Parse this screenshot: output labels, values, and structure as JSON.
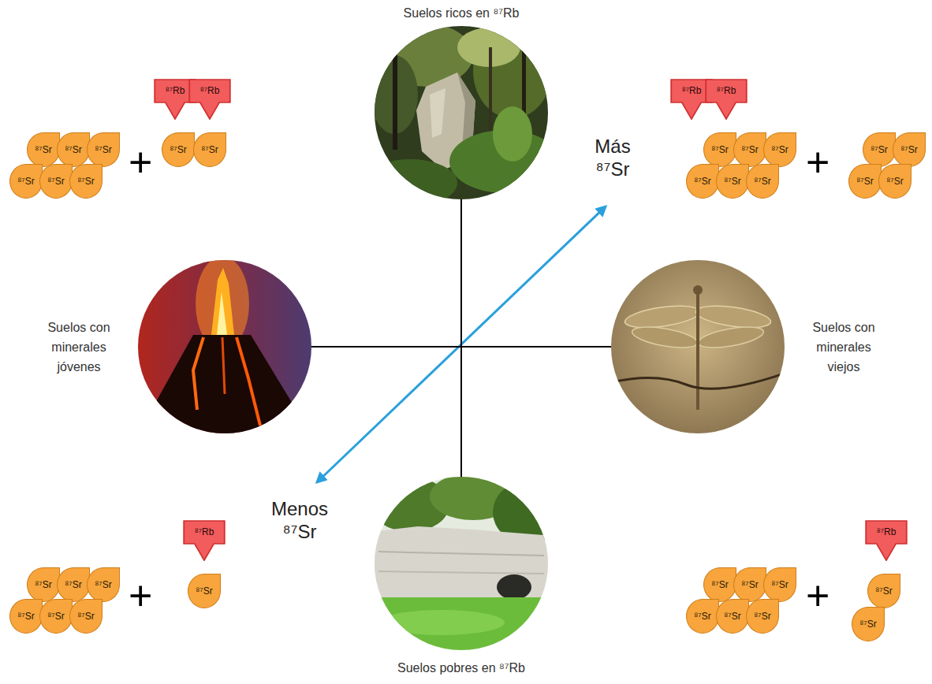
{
  "diagram": {
    "nodes": [
      {
        "text": [
          "⁸⁷Rb"
        ]
      },
      {
        "text": [
          "⁸⁷Rb"
        ]
      },
      {
        "text": [
          "⁸⁷Sr"
        ]
      },
      {
        "text": [
          "⁸⁷Sr"
        ]
      },
      {
        "text": [
          "⁸⁷Sr"
        ]
      },
      {
        "text": [
          "⁸⁷Sr"
        ]
      },
      {
        "text": [
          "⁸⁷Sr"
        ]
      },
      {
        "text": [
          "⁸⁷Sr"
        ]
      },
      {
        "text": [
          "⁸⁷Sr"
        ]
      },
      {
        "text": [
          "⁸⁷Sr"
        ]
      },
      {
        "text": [
          "Suelos ricos en ⁸⁷Rb"
        ]
      },
      {
        "text": [
          "⁸⁷Rb"
        ]
      },
      {
        "text": [
          "⁸⁷Rb"
        ]
      },
      {
        "text": [
          "⁸⁷Sr"
        ]
      },
      {
        "text": [
          "⁸⁷Sr"
        ]
      },
      {
        "text": [
          "⁸⁷Sr"
        ]
      },
      {
        "text": [
          "⁸⁷Sr"
        ]
      },
      {
        "text": [
          "⁸⁷Sr"
        ]
      },
      {
        "text": [
          "⁸⁷Sr"
        ]
      },
      {
        "text": [
          "⁸⁷Sr"
        ]
      },
      {
        "text": [
          "⁸⁷Sr"
        ]
      },
      {
        "text": [
          "⁸⁷Sr"
        ]
      },
      {
        "text": [
          "⁸⁷Sr"
        ]
      },
      {
        "text": [
          "Suelos con minerales jóvenes"
        ]
      },
      {
        "text": [
          "Suelos con minerales viejos"
        ]
      },
      {
        "text": [
          "⁸⁷Rb"
        ]
      },
      {
        "text": [
          "⁸⁷Sr"
        ]
      },
      {
        "text": [
          "⁸⁷Sr"
        ]
      },
      {
        "text": [
          "⁸⁷Sr"
        ]
      },
      {
        "text": [
          "⁸⁷Sr"
        ]
      },
      {
        "text": [
          "⁸⁷Sr"
        ]
      },
      {
        "text": [
          "⁸⁷Sr"
        ]
      },
      {
        "text": [
          "⁸⁷Sr"
        ]
      },
      {
        "text": [
          "Suelos pobres en ⁸⁷Rb"
        ]
      },
      {
        "text": [
          "⁸⁷Rb"
        ]
      },
      {
        "text": [
          "⁸⁷Sr"
        ]
      },
      {
        "text": [
          "⁸⁷Sr"
        ]
      },
      {
        "text": [
          "⁸⁷Sr"
        ]
      },
      {
        "text": [
          "⁸⁷Sr"
        ]
      },
      {
        "text": [
          "⁸⁷Sr"
        ]
      },
      {
        "text": [
          "⁸⁷Sr"
        ]
      },
      {
        "text": [
          "⁸⁷Sr"
        ]
      },
      {
        "text": [
          "⁸⁷Sr"
        ]
      }
    ],
    "edges": [
      {
        "from": 10,
        "to": 33,
        "arrow": "none"
      },
      {
        "from": 23,
        "to": 24,
        "arrow": "none"
      }
    ],
    "labels": [
      "Más ⁸⁷Sr",
      "Menos ⁸⁷Sr",
      "+",
      "+",
      "+",
      "+"
    ]
  }
}
